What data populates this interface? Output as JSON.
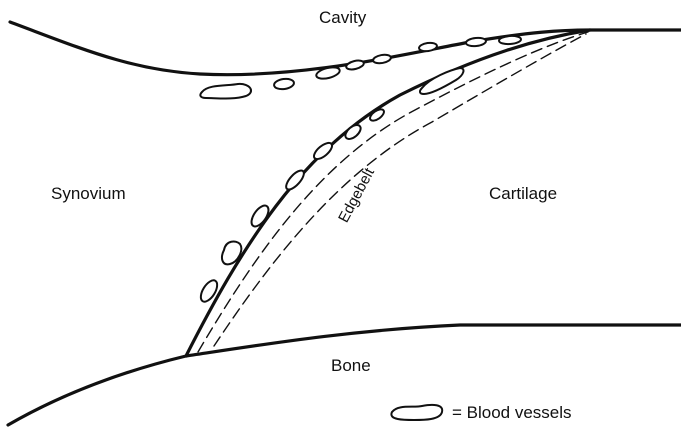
{
  "labels": {
    "cavity": "Cavity",
    "synovium": "Synovium",
    "cartilage": "Cartilage",
    "bone": "Bone",
    "edgebelt": "Edgebelt"
  },
  "legend": {
    "text": "= Blood vessels",
    "icon": "blood-vessel-icon"
  },
  "colors": {
    "ink": "#111111",
    "background": "#ffffff"
  }
}
